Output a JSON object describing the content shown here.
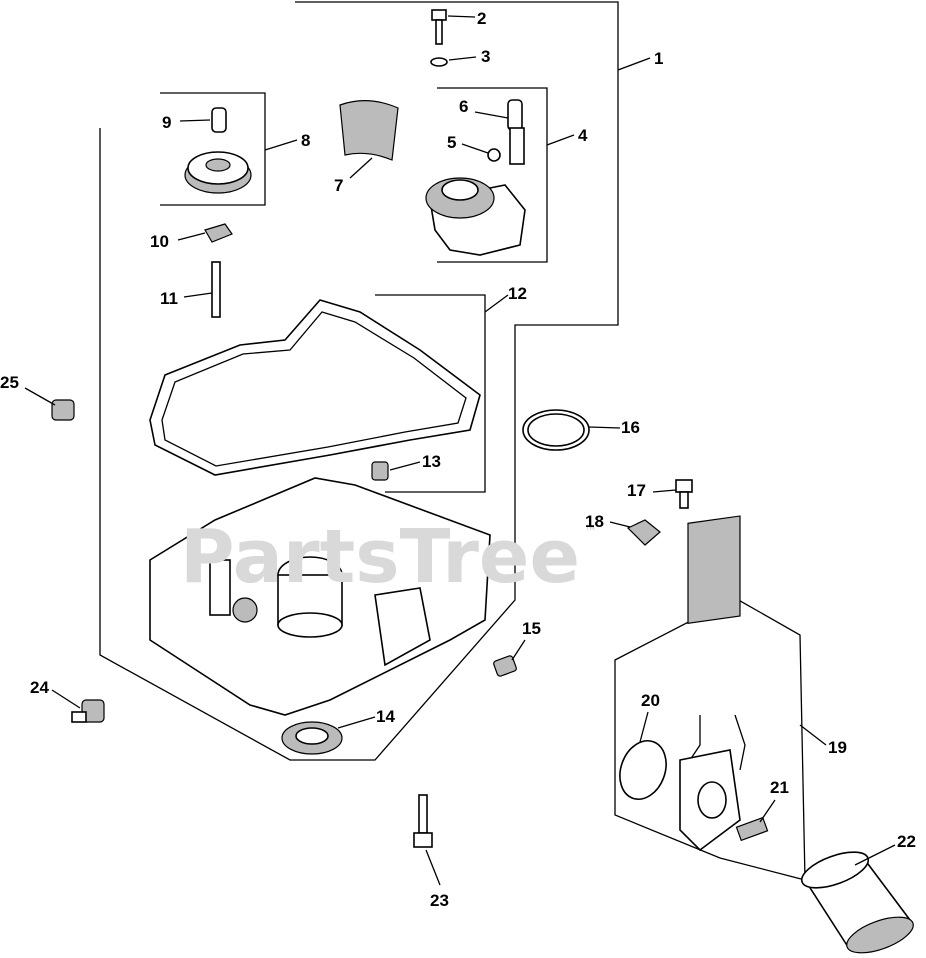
{
  "diagram": {
    "watermark": "PartsTree",
    "watermark_mark": "™",
    "callouts": [
      "1",
      "2",
      "3",
      "4",
      "5",
      "6",
      "7",
      "8",
      "9",
      "10",
      "11",
      "12",
      "13",
      "14",
      "15",
      "16",
      "17",
      "18",
      "19",
      "20",
      "21",
      "22",
      "23",
      "24",
      "25"
    ]
  }
}
